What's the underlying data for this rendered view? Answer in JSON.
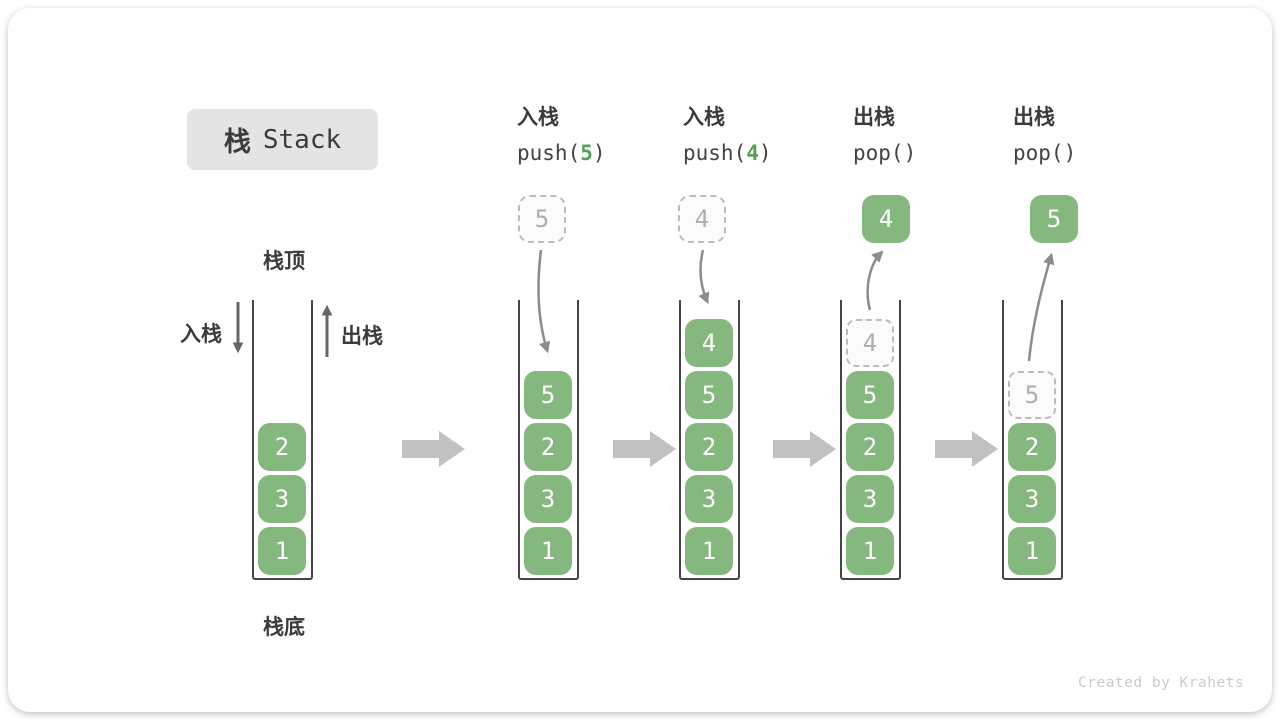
{
  "title": {
    "zh": "栈",
    "en": "Stack"
  },
  "side_labels": {
    "top": "栈顶",
    "bottom": "栈底",
    "push": "入栈",
    "pop": "出栈"
  },
  "columns": [
    {
      "op": "入栈",
      "code_pre": "push(",
      "code_arg": "5",
      "code_post": ")"
    },
    {
      "op": "入栈",
      "code_pre": "push(",
      "code_arg": "4",
      "code_post": ")"
    },
    {
      "op": "出栈",
      "code_pre": "pop(",
      "code_arg": "",
      "code_post": ")"
    },
    {
      "op": "出栈",
      "code_pre": "pop(",
      "code_arg": "",
      "code_post": ")"
    }
  ],
  "stacks": [
    {
      "cells": [
        "1",
        "3",
        "2"
      ]
    },
    {
      "float": "5",
      "cells": [
        "1",
        "3",
        "2",
        "5"
      ]
    },
    {
      "float": "4",
      "cells": [
        "1",
        "3",
        "2",
        "5",
        "4"
      ]
    },
    {
      "float": "4",
      "ghost": "4",
      "cells": [
        "1",
        "3",
        "2",
        "5"
      ]
    },
    {
      "float": "5",
      "ghost": "5",
      "cells": [
        "1",
        "3",
        "2"
      ]
    }
  ],
  "watermark": "Created by Krahets",
  "colors": {
    "green": "#85b87e",
    "green-text": "#55a055",
    "ink": "#3b3b3b",
    "arrow": "#8c8c8c",
    "block": "#c1c1c1",
    "ghost-border": "#bcbcbc",
    "ghost-text": "#aeaeae",
    "titlebg": "#e4e4e4",
    "wm": "#cbcbcb"
  }
}
